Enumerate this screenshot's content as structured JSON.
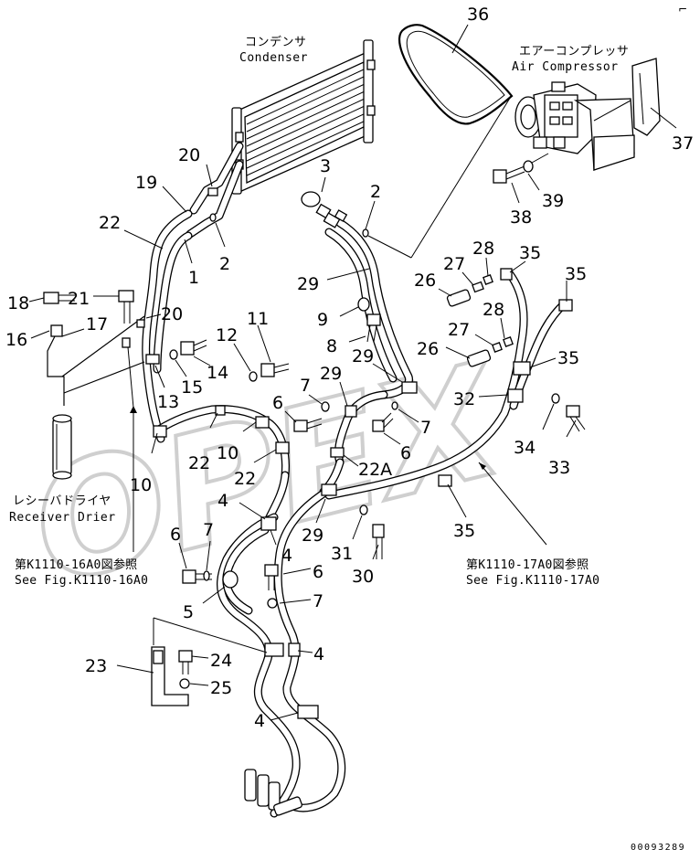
{
  "watermark": "OPEX",
  "doc_id": "00093289",
  "corner_mark": "⌐",
  "labels": {
    "condenser_ja": "コンデンサ",
    "condenser_en": "Condenser",
    "compressor_ja": "エアーコンプレッサ",
    "compressor_en": "Air Compressor",
    "receiver_ja": "レシーバドライヤ",
    "receiver_en": "Receiver Drier",
    "ref_left_ja": "第K1110-16A0図参照",
    "ref_left_en": "See Fig.K1110-16A0",
    "ref_right_ja": "第K1110-17A0図参照",
    "ref_right_en": "See Fig.K1110-17A0"
  },
  "callouts": {
    "c36": "36",
    "c37": "37",
    "c38": "38",
    "c39": "39",
    "c3": "3",
    "c2a": "2",
    "c2b": "2",
    "c20a": "20",
    "c19": "19",
    "c22a": "22",
    "c1": "1",
    "c29a": "29",
    "c26a": "26",
    "c27a": "27",
    "c28a": "28",
    "c35a": "35",
    "c35b": "35",
    "c18": "18",
    "c21": "21",
    "c20b": "20",
    "c16": "16",
    "c17": "17",
    "c12": "12",
    "c11": "11",
    "c9": "9",
    "c8": "8",
    "c28b": "28",
    "c27b": "27",
    "c26b": "26",
    "c35c": "35",
    "c14": "14",
    "c15": "15",
    "c13": "13",
    "c29b": "29",
    "c29c": "29",
    "c7a": "7",
    "c6a": "6",
    "c32": "32",
    "c7b": "7",
    "c6b": "6",
    "c34": "34",
    "c33": "33",
    "c22b": "22",
    "c10a": "10",
    "c10b": "10",
    "c22c": "22",
    "c22A": "22A",
    "c4a": "4",
    "c29d": "29",
    "c35d": "35",
    "c4b": "4",
    "c31": "31",
    "c30": "30",
    "c6c": "6",
    "c7c": "7",
    "c6d": "6",
    "c5": "5",
    "c7d": "7",
    "c4c": "4",
    "c23": "23",
    "c24": "24",
    "c25": "25",
    "c4d": "4"
  }
}
